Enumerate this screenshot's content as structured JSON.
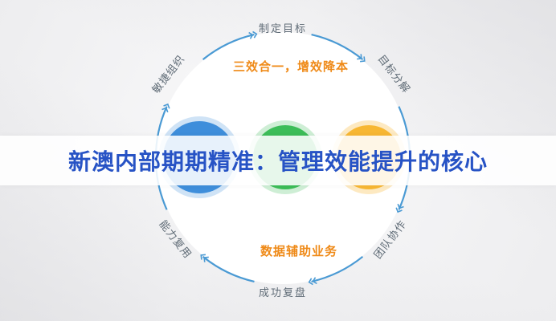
{
  "banner": {
    "title": "新澳内部期期精准：管理效能提升的核心"
  },
  "diagram": {
    "labels": {
      "top": "制定目标",
      "top_right": "目标分解",
      "bottom_right": "团队协作",
      "bottom": "成功复盘",
      "bottom_left": "能力复用",
      "top_left": "敏捷组织"
    },
    "center_top_text": "三效合一，增效降本",
    "center_bottom_text": "数据辅助业务",
    "colors": {
      "arc": "#4a9ad4",
      "accent_orange": "#ef8a18",
      "circle_blue": "#3e8edb",
      "circle_green": "#3cbd58",
      "circle_yellow": "#f7b733",
      "banner_text": "#2753c5",
      "label_gray": "#5f6b76"
    }
  }
}
